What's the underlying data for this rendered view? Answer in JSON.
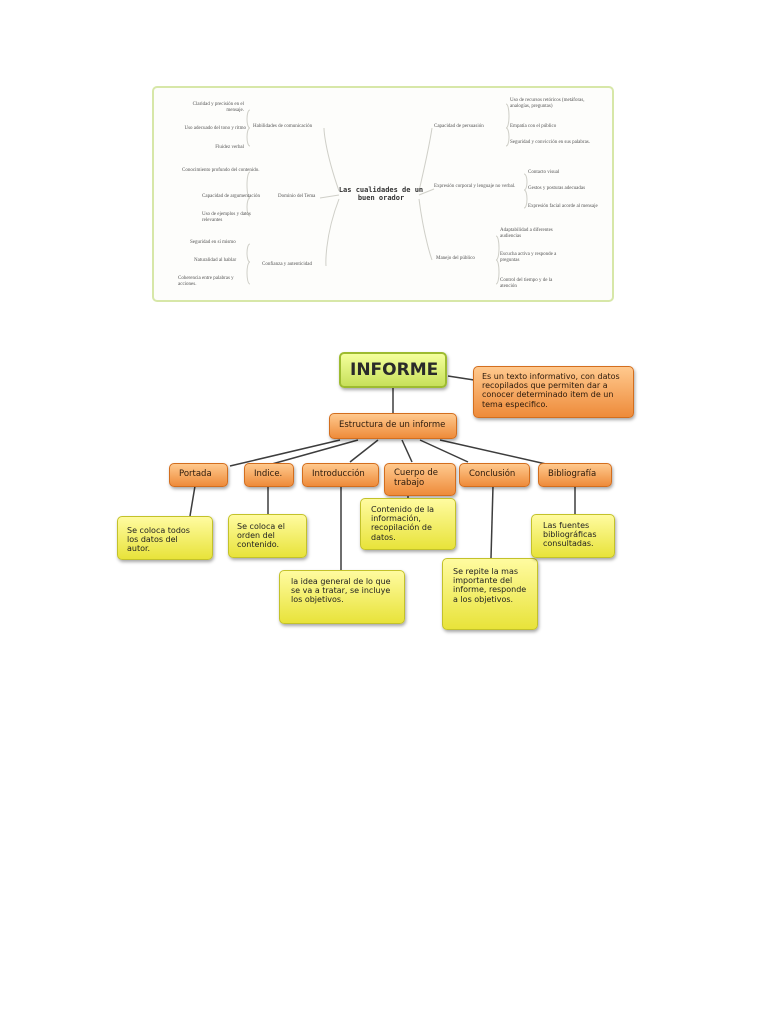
{
  "mindmap": {
    "center": "Las cualidades de un buen orador",
    "left_branches": [
      {
        "label": "Habilidades de comunicación",
        "items": [
          "Claridad y precisión en el mensaje.",
          "Uso adecuado del tono y ritmo",
          "Fluidez verbal"
        ]
      },
      {
        "label": "Dominio del Tema",
        "items": [
          "Conocimiento profundo del contenido.",
          "Capacidad de argumentación",
          "Uso de ejemplos y datos relevantes"
        ]
      },
      {
        "label": "Confianza y autenticidad",
        "items": [
          "Seguridad en sí mismo",
          "Naturalidad al hablar",
          "Coherencia entre palabras y acciones."
        ]
      }
    ],
    "right_branches": [
      {
        "label": "Capacidad de persuasión",
        "items": [
          "Uso de recursos retóricos (metáforas, analogías, preguntas)",
          "Empatía con el público",
          "Seguridad y convicción en sus palabras."
        ]
      },
      {
        "label": "Expresión corporal y lenguaje no verbal.",
        "items": [
          "Contacto visual",
          "Gestos y posturas adecuadas",
          "Expresión facial acorde al mensaje"
        ]
      },
      {
        "label": "Manejo del público",
        "items": [
          "Adaptabilidad a diferentes audiencias",
          "Escucha activa y responde a preguntas",
          "Control del tiempo y de la atención"
        ]
      }
    ]
  },
  "informe": {
    "title": "INFORME",
    "definition": "Es un texto informativo, con datos recopilados que permiten dar a conocer determinado item de un tema especifico.",
    "structure": "Estructura de un informe",
    "parts": [
      {
        "label": "Portada",
        "desc": "Se coloca todos los datos del autor."
      },
      {
        "label": "Indice.",
        "desc": "Se coloca el orden del contenido."
      },
      {
        "label": "Introducción",
        "desc": "la idea general de lo que se va a tratar, se incluye los objetivos."
      },
      {
        "label": "Cuerpo de trabajo",
        "desc": "Contenido de la información, recopilación de datos."
      },
      {
        "label": "Conclusión",
        "desc": "Se repite la mas importante del informe, responde a los objetivos."
      },
      {
        "label": "Bibliografía",
        "desc": "Las fuentes bibliográficas consultadas."
      }
    ]
  },
  "colors": {
    "title_green": "#c7e05a",
    "orange": "#ee8b3a",
    "yellow": "#e8e33a",
    "mindmap_border": "#d7e7a8"
  }
}
